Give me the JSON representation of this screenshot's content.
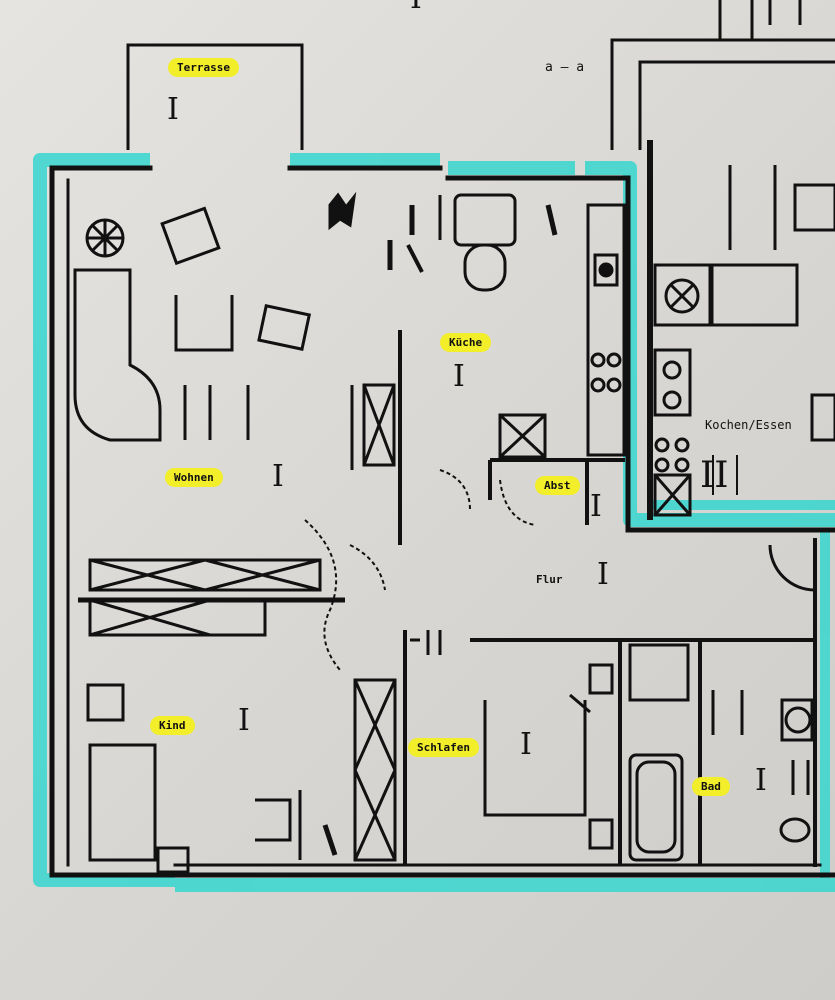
{
  "header_fragment": "I",
  "section_marker": "a — a",
  "rooms": [
    {
      "label": "Terrasse",
      "number": "I",
      "highlighted": true
    },
    {
      "label": "Küche",
      "number": "I",
      "highlighted": true
    },
    {
      "label": "Wohnen",
      "number": "I",
      "highlighted": true
    },
    {
      "label": "Abst",
      "number": "I",
      "highlighted": true
    },
    {
      "label": "Flur",
      "number": "I",
      "highlighted": false
    },
    {
      "label": "Kind",
      "number": "I",
      "highlighted": true
    },
    {
      "label": "Schlafen",
      "number": "I",
      "highlighted": true
    },
    {
      "label": "Bad",
      "number": "I",
      "highlighted": true
    },
    {
      "label": "Kochen/Essen",
      "number": "II",
      "highlighted": false
    }
  ],
  "colors": {
    "paper": "#e2e0dc",
    "ink": "#111111",
    "outline": "#3fd6cf",
    "highlight": "#f2ee2a"
  }
}
